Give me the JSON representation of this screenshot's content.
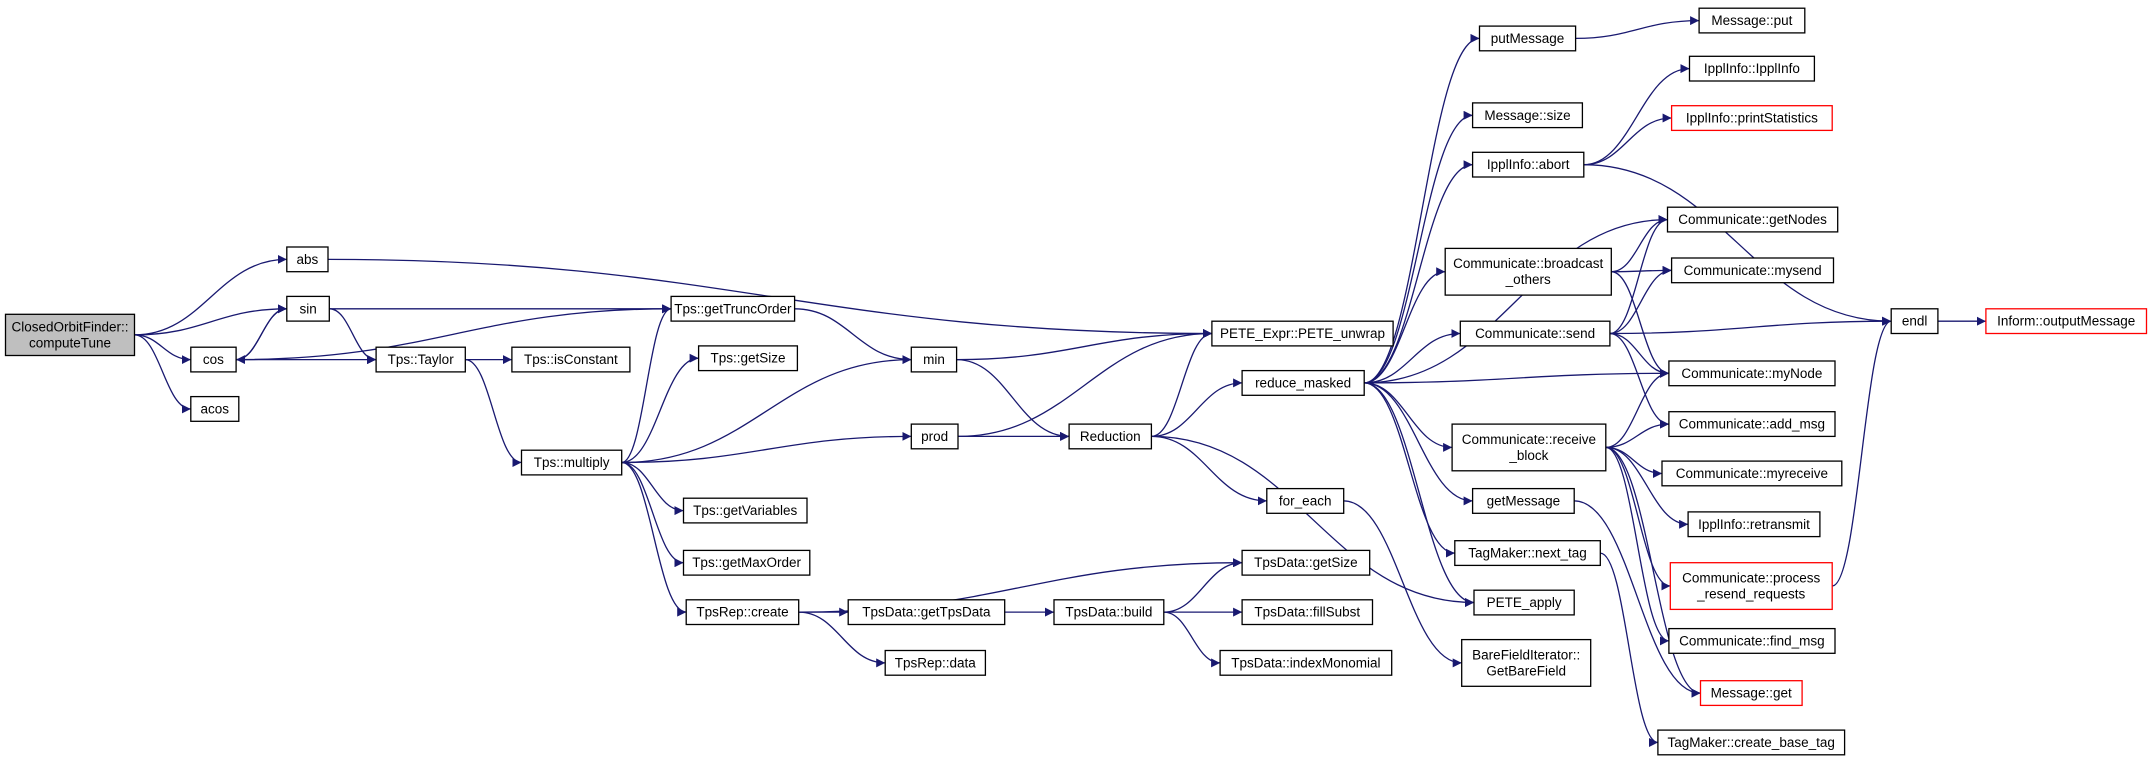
{
  "graph": {
    "colors": {
      "edge": "#191970",
      "root_fill": "#bfbfbf",
      "node_border": "#000000",
      "truncated_border": "#ff0000",
      "text": "#000000"
    },
    "nodes": [
      {
        "id": "root",
        "lines": [
          "ClosedOrbitFinder::",
          "computeTune"
        ],
        "root": true
      },
      {
        "id": "abs",
        "lines": [
          "abs"
        ]
      },
      {
        "id": "sin",
        "lines": [
          "sin"
        ]
      },
      {
        "id": "cos",
        "lines": [
          "cos"
        ]
      },
      {
        "id": "acos",
        "lines": [
          "acos"
        ]
      },
      {
        "id": "getTruncOrder",
        "lines": [
          "Tps::getTruncOrder"
        ]
      },
      {
        "id": "taylor",
        "lines": [
          "Tps::Taylor"
        ]
      },
      {
        "id": "isConstant",
        "lines": [
          "Tps::isConstant"
        ]
      },
      {
        "id": "tpsGetSize",
        "lines": [
          "Tps::getSize"
        ]
      },
      {
        "id": "multiply",
        "lines": [
          "Tps::multiply"
        ]
      },
      {
        "id": "getVariables",
        "lines": [
          "Tps::getVariables"
        ]
      },
      {
        "id": "getMaxOrder",
        "lines": [
          "Tps::getMaxOrder"
        ]
      },
      {
        "id": "tpsRepCreate",
        "lines": [
          "TpsRep::create"
        ]
      },
      {
        "id": "tpsRepData",
        "lines": [
          "TpsRep::data"
        ]
      },
      {
        "id": "getTpsData",
        "lines": [
          "TpsData::getTpsData"
        ]
      },
      {
        "id": "tpsDataBuild",
        "lines": [
          "TpsData::build"
        ]
      },
      {
        "id": "tpsDataGetSize",
        "lines": [
          "TpsData::getSize"
        ]
      },
      {
        "id": "fillSubst",
        "lines": [
          "TpsData::fillSubst"
        ]
      },
      {
        "id": "indexMonomial",
        "lines": [
          "TpsData::indexMonomial"
        ]
      },
      {
        "id": "min",
        "lines": [
          "min"
        ]
      },
      {
        "id": "prod",
        "lines": [
          "prod"
        ]
      },
      {
        "id": "reduction",
        "lines": [
          "Reduction"
        ]
      },
      {
        "id": "peteUnwrap",
        "lines": [
          "PETE_Expr::PETE_unwrap"
        ]
      },
      {
        "id": "reduceMasked",
        "lines": [
          "reduce_masked"
        ]
      },
      {
        "id": "forEach",
        "lines": [
          "for_each"
        ]
      },
      {
        "id": "putMessage",
        "lines": [
          "putMessage"
        ]
      },
      {
        "id": "messageSize",
        "lines": [
          "Message::size"
        ]
      },
      {
        "id": "ipplAbort",
        "lines": [
          "IpplInfo::abort"
        ]
      },
      {
        "id": "broadcastOthers",
        "lines": [
          "Communicate::broadcast",
          "_others"
        ]
      },
      {
        "id": "commSend",
        "lines": [
          "Communicate::send"
        ]
      },
      {
        "id": "receiveBlock",
        "lines": [
          "Communicate::receive",
          "_block"
        ]
      },
      {
        "id": "getMessage",
        "lines": [
          "getMessage"
        ]
      },
      {
        "id": "nextTag",
        "lines": [
          "TagMaker::next_tag"
        ]
      },
      {
        "id": "peteApply",
        "lines": [
          "PETE_apply"
        ]
      },
      {
        "id": "getBareField",
        "lines": [
          "BareFieldIterator::",
          "GetBareField"
        ]
      },
      {
        "id": "messagePut",
        "lines": [
          "Message::put"
        ]
      },
      {
        "id": "ipplInfoCtor",
        "lines": [
          "IpplInfo::IpplInfo"
        ]
      },
      {
        "id": "printStatistics",
        "lines": [
          "IpplInfo::printStatistics"
        ],
        "truncated": true
      },
      {
        "id": "getNodes",
        "lines": [
          "Communicate::getNodes"
        ]
      },
      {
        "id": "mysend",
        "lines": [
          "Communicate::mysend"
        ]
      },
      {
        "id": "myNode",
        "lines": [
          "Communicate::myNode"
        ]
      },
      {
        "id": "addMsg",
        "lines": [
          "Communicate::add_msg"
        ]
      },
      {
        "id": "myreceive",
        "lines": [
          "Communicate::myreceive"
        ]
      },
      {
        "id": "retransmit",
        "lines": [
          "IpplInfo::retransmit"
        ]
      },
      {
        "id": "processResend",
        "lines": [
          "Communicate::process",
          "_resend_requests"
        ],
        "truncated": true
      },
      {
        "id": "findMsg",
        "lines": [
          "Communicate::find_msg"
        ]
      },
      {
        "id": "messageGet",
        "lines": [
          "Message::get"
        ],
        "truncated": true
      },
      {
        "id": "createBaseTag",
        "lines": [
          "TagMaker::create_base_tag"
        ]
      },
      {
        "id": "endl",
        "lines": [
          "endl"
        ]
      },
      {
        "id": "outputMessage",
        "lines": [
          "Inform::outputMessage"
        ],
        "truncated": true
      }
    ],
    "edges": [
      [
        "root",
        "abs"
      ],
      [
        "root",
        "sin"
      ],
      [
        "root",
        "cos"
      ],
      [
        "root",
        "acos"
      ],
      [
        "abs",
        "peteUnwrap"
      ],
      [
        "sin",
        "getTruncOrder"
      ],
      [
        "sin",
        "taylor"
      ],
      [
        "sin",
        "cos"
      ],
      [
        "cos",
        "sin"
      ],
      [
        "cos",
        "taylor"
      ],
      [
        "cos",
        "getTruncOrder"
      ],
      [
        "taylor",
        "isConstant"
      ],
      [
        "taylor",
        "multiply"
      ],
      [
        "multiply",
        "getTruncOrder"
      ],
      [
        "multiply",
        "tpsGetSize"
      ],
      [
        "multiply",
        "min"
      ],
      [
        "multiply",
        "prod"
      ],
      [
        "multiply",
        "getVariables"
      ],
      [
        "multiply",
        "getMaxOrder"
      ],
      [
        "multiply",
        "tpsRepCreate"
      ],
      [
        "getTruncOrder",
        "min"
      ],
      [
        "tpsRepCreate",
        "tpsDataGetSize"
      ],
      [
        "tpsRepCreate",
        "getTpsData"
      ],
      [
        "tpsRepCreate",
        "tpsRepData"
      ],
      [
        "getTpsData",
        "tpsDataBuild"
      ],
      [
        "tpsDataBuild",
        "tpsDataGetSize"
      ],
      [
        "tpsDataBuild",
        "fillSubst"
      ],
      [
        "tpsDataBuild",
        "indexMonomial"
      ],
      [
        "min",
        "peteUnwrap"
      ],
      [
        "min",
        "reduction"
      ],
      [
        "prod",
        "peteUnwrap"
      ],
      [
        "prod",
        "reduction"
      ],
      [
        "reduction",
        "peteUnwrap"
      ],
      [
        "reduction",
        "reduceMasked"
      ],
      [
        "reduction",
        "forEach"
      ],
      [
        "reduction",
        "peteApply"
      ],
      [
        "forEach",
        "getBareField"
      ],
      [
        "reduceMasked",
        "putMessage"
      ],
      [
        "reduceMasked",
        "messageSize"
      ],
      [
        "reduceMasked",
        "ipplAbort"
      ],
      [
        "reduceMasked",
        "getNodes"
      ],
      [
        "reduceMasked",
        "broadcastOthers"
      ],
      [
        "reduceMasked",
        "commSend"
      ],
      [
        "reduceMasked",
        "myNode"
      ],
      [
        "reduceMasked",
        "receiveBlock"
      ],
      [
        "reduceMasked",
        "getMessage"
      ],
      [
        "reduceMasked",
        "nextTag"
      ],
      [
        "reduceMasked",
        "peteApply"
      ],
      [
        "putMessage",
        "messagePut"
      ],
      [
        "ipplAbort",
        "ipplInfoCtor"
      ],
      [
        "ipplAbort",
        "printStatistics"
      ],
      [
        "ipplAbort",
        "endl"
      ],
      [
        "broadcastOthers",
        "getNodes"
      ],
      [
        "broadcastOthers",
        "mysend"
      ],
      [
        "broadcastOthers",
        "myNode"
      ],
      [
        "commSend",
        "getNodes"
      ],
      [
        "commSend",
        "mysend"
      ],
      [
        "commSend",
        "myNode"
      ],
      [
        "commSend",
        "addMsg"
      ],
      [
        "commSend",
        "endl"
      ],
      [
        "receiveBlock",
        "myNode"
      ],
      [
        "receiveBlock",
        "addMsg"
      ],
      [
        "receiveBlock",
        "myreceive"
      ],
      [
        "receiveBlock",
        "retransmit"
      ],
      [
        "receiveBlock",
        "processResend"
      ],
      [
        "receiveBlock",
        "findMsg"
      ],
      [
        "receiveBlock",
        "messageGet"
      ],
      [
        "processResend",
        "endl"
      ],
      [
        "getMessage",
        "messageGet"
      ],
      [
        "nextTag",
        "createBaseTag"
      ],
      [
        "endl",
        "outputMessage"
      ]
    ]
  }
}
